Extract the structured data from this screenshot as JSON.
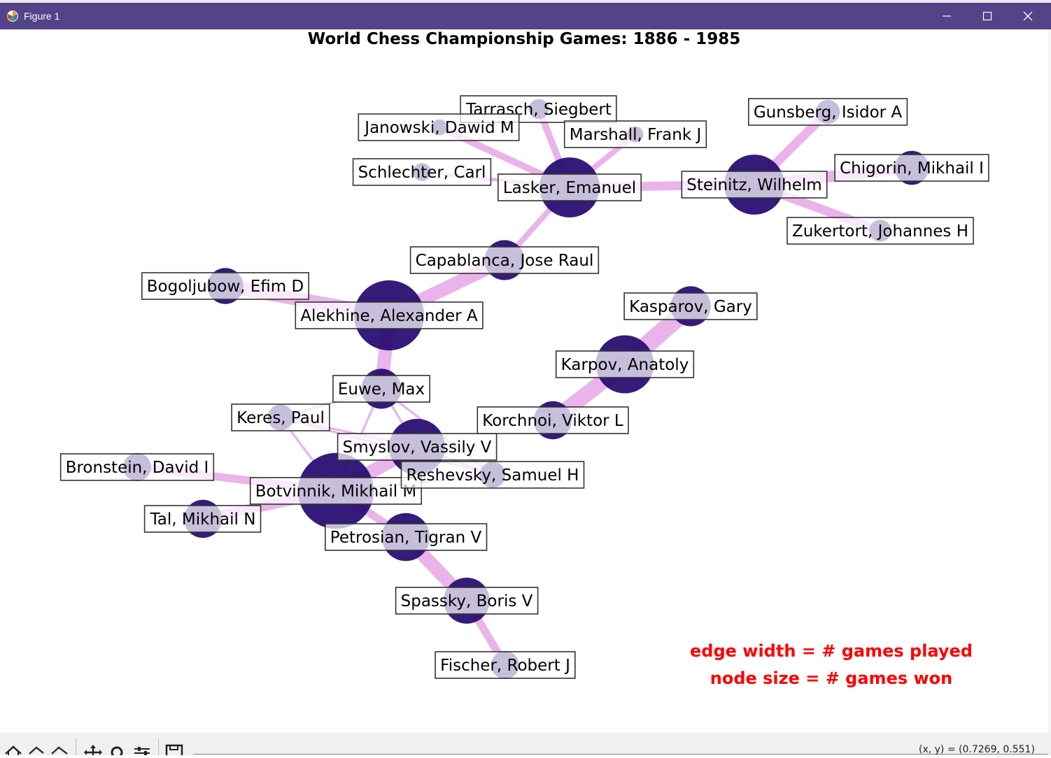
{
  "window": {
    "title": "Figure 1",
    "controls": [
      "minimize-icon",
      "maximize-icon",
      "close-icon"
    ]
  },
  "figure": {
    "title": "World Chess Championship Games: 1886 - 1985",
    "annotation": {
      "line1": "edge width = # games played",
      "line2": "node size = # games won",
      "color": "#ff0000"
    },
    "colors": {
      "node": "#2a0f73",
      "edge": "#e6a6e6",
      "title": "#000000"
    }
  },
  "chart_data": {
    "type": "network",
    "title": "World Chess Championship Games: 1886 - 1985",
    "nodes": [
      {
        "id": "Steinitz, Wilhelm",
        "size": 3
      },
      {
        "id": "Lasker, Emanuel",
        "size": 3
      },
      {
        "id": "Capablanca, Jose Raul",
        "size": 2
      },
      {
        "id": "Alekhine, Alexander A",
        "size": 3.5
      },
      {
        "id": "Euwe, Max",
        "size": 2
      },
      {
        "id": "Botvinnik, Mikhail M",
        "size": 3.8
      },
      {
        "id": "Smyslov, Vassily V",
        "size": 2.8
      },
      {
        "id": "Tal, Mikhail N",
        "size": 1.9
      },
      {
        "id": "Petrosian, Tigran V",
        "size": 2.4
      },
      {
        "id": "Spassky, Boris V",
        "size": 2.3
      },
      {
        "id": "Fischer, Robert J",
        "size": 1.4
      },
      {
        "id": "Karpov, Anatoly",
        "size": 2.9
      },
      {
        "id": "Kasparov, Gary",
        "size": 2
      },
      {
        "id": "Korchnoi, Viktor L",
        "size": 1.9
      },
      {
        "id": "Bogoljubow, Efim D",
        "size": 1.8
      },
      {
        "id": "Keres, Paul",
        "size": 1.3
      },
      {
        "id": "Reshevsky, Samuel H",
        "size": 1.3
      },
      {
        "id": "Bronstein, David I",
        "size": 1.4
      },
      {
        "id": "Chigorin, Mikhail I",
        "size": 1.7
      },
      {
        "id": "Gunsberg, Isidor A",
        "size": 1.2
      },
      {
        "id": "Zukertort, Johannes H",
        "size": 1.1
      },
      {
        "id": "Tarrasch, Siegbert",
        "size": 1
      },
      {
        "id": "Janowski, Dawid M",
        "size": 0.8
      },
      {
        "id": "Marshall, Frank J",
        "size": 0.8
      },
      {
        "id": "Schlechter, Carl",
        "size": 0.9
      }
    ],
    "edges": [
      {
        "source": "Steinitz, Wilhelm",
        "target": "Lasker, Emanuel",
        "weight": 4
      },
      {
        "source": "Steinitz, Wilhelm",
        "target": "Gunsberg, Isidor A",
        "weight": 4
      },
      {
        "source": "Steinitz, Wilhelm",
        "target": "Chigorin, Mikhail I",
        "weight": 5
      },
      {
        "source": "Steinitz, Wilhelm",
        "target": "Zukertort, Johannes H",
        "weight": 4
      },
      {
        "source": "Lasker, Emanuel",
        "target": "Tarrasch, Siegbert",
        "weight": 3
      },
      {
        "source": "Lasker, Emanuel",
        "target": "Janowski, Dawid M",
        "weight": 3
      },
      {
        "source": "Lasker, Emanuel",
        "target": "Marshall, Frank J",
        "weight": 2.5
      },
      {
        "source": "Lasker, Emanuel",
        "target": "Schlechter, Carl",
        "weight": 1.5
      },
      {
        "source": "Lasker, Emanuel",
        "target": "Capablanca, Jose Raul",
        "weight": 2.5
      },
      {
        "source": "Capablanca, Jose Raul",
        "target": "Alekhine, Alexander A",
        "weight": 6
      },
      {
        "source": "Alekhine, Alexander A",
        "target": "Bogoljubow, Efim D",
        "weight": 6
      },
      {
        "source": "Alekhine, Alexander A",
        "target": "Euwe, Max",
        "weight": 6
      },
      {
        "source": "Euwe, Max",
        "target": "Botvinnik, Mikhail M",
        "weight": 1
      },
      {
        "source": "Euwe, Max",
        "target": "Smyslov, Vassily V",
        "weight": 1
      },
      {
        "source": "Euwe, Max",
        "target": "Keres, Paul",
        "weight": 1
      },
      {
        "source": "Euwe, Max",
        "target": "Reshevsky, Samuel H",
        "weight": 1
      },
      {
        "source": "Keres, Paul",
        "target": "Botvinnik, Mikhail M",
        "weight": 1
      },
      {
        "source": "Keres, Paul",
        "target": "Smyslov, Vassily V",
        "weight": 1
      },
      {
        "source": "Keres, Paul",
        "target": "Reshevsky, Samuel H",
        "weight": 1
      },
      {
        "source": "Smyslov, Vassily V",
        "target": "Reshevsky, Samuel H",
        "weight": 1
      },
      {
        "source": "Botvinnik, Mikhail M",
        "target": "Reshevsky, Samuel H",
        "weight": 1
      },
      {
        "source": "Botvinnik, Mikhail M",
        "target": "Smyslov, Vassily V",
        "weight": 6
      },
      {
        "source": "Botvinnik, Mikhail M",
        "target": "Bronstein, David I",
        "weight": 3.5
      },
      {
        "source": "Botvinnik, Mikhail M",
        "target": "Tal, Mikhail N",
        "weight": 4.5
      },
      {
        "source": "Botvinnik, Mikhail M",
        "target": "Petrosian, Tigran V",
        "weight": 3.5
      },
      {
        "source": "Petrosian, Tigran V",
        "target": "Spassky, Boris V",
        "weight": 6
      },
      {
        "source": "Spassky, Boris V",
        "target": "Fischer, Robert J",
        "weight": 3.5
      },
      {
        "source": "Karpov, Anatoly",
        "target": "Korchnoi, Viktor L",
        "weight": 7
      },
      {
        "source": "Karpov, Anatoly",
        "target": "Kasparov, Gary",
        "weight": 8
      }
    ]
  },
  "toolbar": {
    "tools": [
      "home-icon",
      "back-icon",
      "forward-icon",
      "pan-icon",
      "zoom-icon",
      "configure-icon",
      "save-icon"
    ],
    "coords": "(x, y) = (0.7269, 0.551)"
  }
}
